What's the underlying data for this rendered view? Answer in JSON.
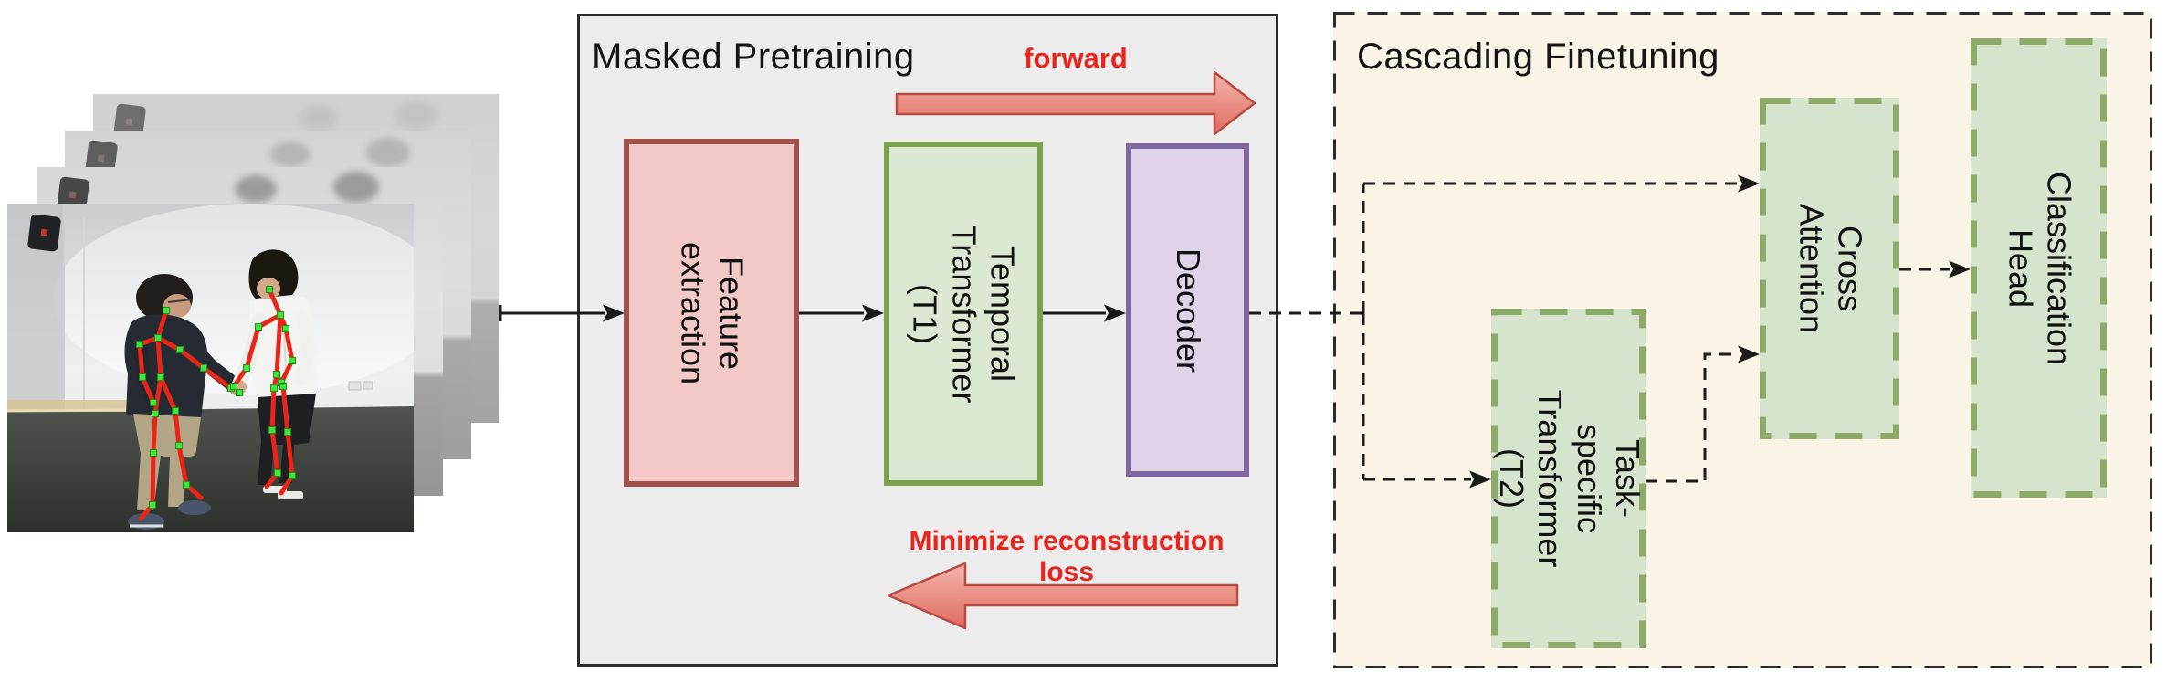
{
  "figure": {
    "input": {
      "description": "Stacked video frames of two people shaking hands with red pose-skeleton overlay and green joints",
      "frame_count": 4
    },
    "pretraining": {
      "title": "Masked Pretraining",
      "forward_label": "forward",
      "loss_label": "Minimize reconstruction loss",
      "boxes": [
        {
          "id": "feature-extraction",
          "label": "Feature extraction",
          "fill": "#f2c9c6",
          "border": "#a3504a"
        },
        {
          "id": "temporal-transformer",
          "label": "Temporal\nTransformer (T1)",
          "fill": "#dce8d2",
          "border": "#7da24f"
        },
        {
          "id": "decoder",
          "label": "Decoder",
          "fill": "#ded3e9",
          "border": "#8066a1"
        }
      ]
    },
    "finetuning": {
      "title": "Cascading Finetuning",
      "boxes": [
        {
          "id": "task-specific-transformer",
          "label": "Task-specific\nTransformer (T2)",
          "fill": "#d7e4cd",
          "border": "#8dab68"
        },
        {
          "id": "cross-attention",
          "label": "Cross Attention",
          "fill": "#d7e4cd",
          "border": "#8dab68"
        },
        {
          "id": "classification-head",
          "label": "Classification Head",
          "fill": "#d7e4cd",
          "border": "#8dab68"
        }
      ]
    },
    "colors": {
      "red_accent": "#e8251c",
      "red_arrow_fill_top": "#f4b5ad",
      "red_arrow_fill_bottom": "#e06b5e",
      "red_arrow_stroke": "#b84b40",
      "pretraining_bg": "#ececec",
      "finetuning_bg": "#f9f4e5",
      "outline": "#2b2b2b",
      "skeleton_red": "#ea2517",
      "joint_green": "#3fe53c"
    }
  }
}
